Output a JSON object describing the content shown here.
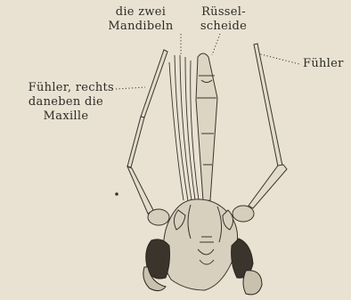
{
  "labels": {
    "mandibles_line1": "die zwei",
    "mandibles_line2": "Mandibeln",
    "sheath_line1": "Rüssel-",
    "sheath_line2": "scheide",
    "antenna_right": "Fühler",
    "antenna_left_line1": "Fühler, rechts",
    "antenna_left_line2": "daneben die",
    "antenna_left_line3": "Maxille"
  }
}
